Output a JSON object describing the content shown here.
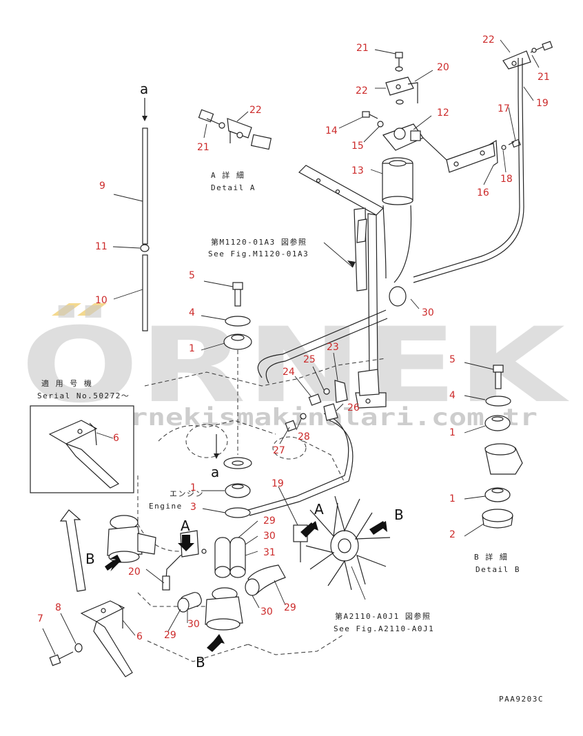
{
  "drawing_code": "PAA9203C",
  "watermark": {
    "brand": "ÖRNEK",
    "url": "www.ornekismakinalari.com.tr",
    "accent_color": "#f2d27a",
    "brand_color": "#c9c9c9"
  },
  "callout_color": "#cc2a2a",
  "detail_a": {
    "jp": "A 詳 細",
    "en": "Detail A"
  },
  "detail_b": {
    "jp": "B 詳 細",
    "en": "Detail B"
  },
  "serial": {
    "jp": "適 用 号 機",
    "en": "Serial No.50272～"
  },
  "ref_m1120": {
    "jp": "第M1120-01A3 図参照",
    "en": "See Fig.M1120-01A3"
  },
  "ref_a2110": {
    "jp": "第A2110-A0J1 図参照",
    "en": "See Fig.A2110-A0J1"
  },
  "engine": {
    "jp": "エンジン",
    "en": "Engine"
  },
  "view_letters": {
    "a": "a",
    "A": "A",
    "B": "B"
  },
  "callouts": {
    "n1": "1",
    "n2": "2",
    "n3": "3",
    "n4": "4",
    "n5": "5",
    "n6": "6",
    "n7": "7",
    "n8": "8",
    "n9": "9",
    "n10": "10",
    "n11": "11",
    "n12": "12",
    "n13": "13",
    "n14": "14",
    "n15": "15",
    "n16": "16",
    "n17": "17",
    "n18": "18",
    "n19": "19",
    "n20": "20",
    "n21": "21",
    "n22": "22",
    "n23": "23",
    "n24": "24",
    "n25": "25",
    "n26": "26",
    "n27": "27",
    "n28": "28",
    "n29": "29",
    "n30": "30",
    "n31": "31"
  }
}
